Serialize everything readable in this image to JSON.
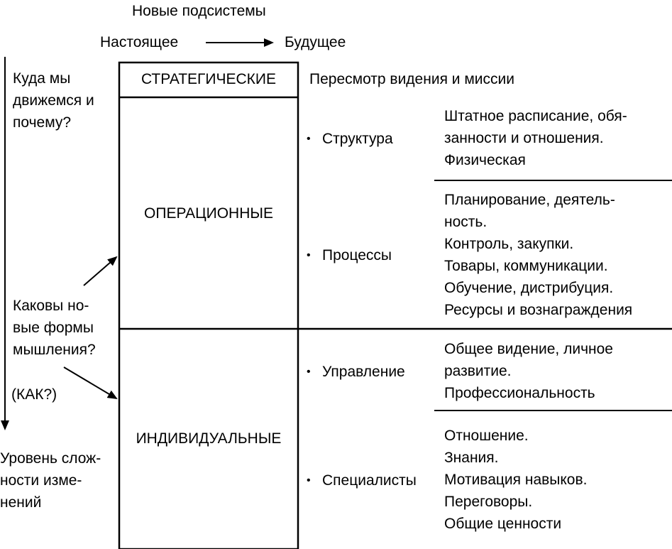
{
  "header": {
    "title": "Новые подсистемы",
    "present": "Настоящее",
    "future": "Будущее"
  },
  "left": {
    "question1": [
      "Куда мы",
      "движемся и",
      "почему?"
    ],
    "question2": [
      "Каковы но-",
      "вые формы",
      "мышления?"
    ],
    "how": "(КАК?)",
    "complexity": [
      "Уровень слож-",
      "ности изме-",
      "нений"
    ]
  },
  "levels": {
    "strategic": "СТРАТЕГИЧЕСКИЕ",
    "operational": "ОПЕРАЦИОННЫЕ",
    "individual": "ИНДИВИДУАЛЬНЫЕ"
  },
  "strategic_desc": "Пересмотр видения и миссии",
  "subsystems": [
    {
      "label": "Структура",
      "details": [
        "Штатное расписание, обя-",
        "занности и отношения.",
        "Физическая"
      ]
    },
    {
      "label": "Процессы",
      "details": [
        "Планирование, деятель-",
        "ность.",
        "Контроль, закупки.",
        "Товары, коммуникации.",
        "Обучение, дистрибуция.",
        "Ресурсы и вознаграждения"
      ]
    },
    {
      "label": "Управление",
      "details": [
        "Общее видение, личное",
        "развитие.",
        "Профессиональность"
      ]
    },
    {
      "label": "Специалисты",
      "details": [
        "Отношение.",
        "Знания.",
        "Мотивация навыков.",
        "Переговоры.",
        "Общие ценности"
      ]
    }
  ],
  "bullet_symbol": "•"
}
